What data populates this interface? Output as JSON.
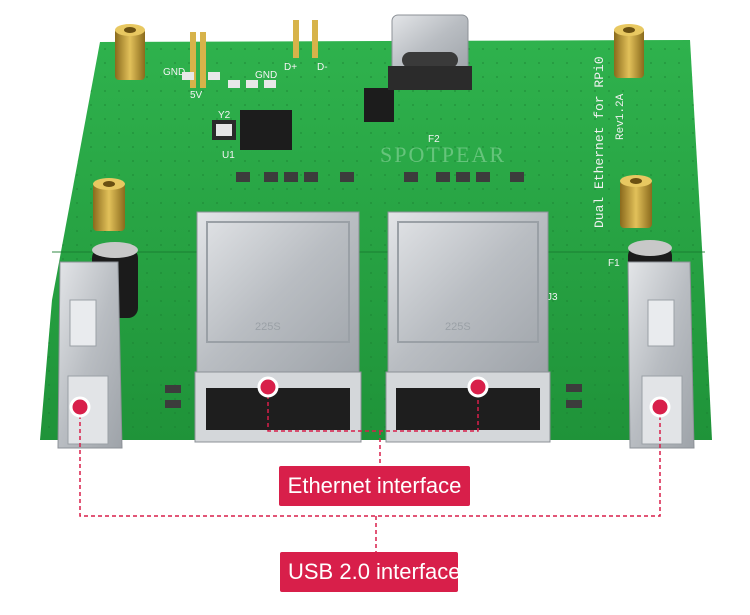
{
  "colors": {
    "accent": "#d81f4a",
    "board": "#27a844",
    "board_dark": "#1d8f37",
    "metal": "#c9ccd0",
    "brass": "#c9a23a",
    "background": "#ffffff"
  },
  "board": {
    "silkscreen": {
      "gnd_left": "GND",
      "five_volt": "5V",
      "gnd_mid": "GND",
      "d_plus": "D+",
      "d_minus": "D-",
      "y2": "Y2",
      "u1": "U1",
      "f2": "F2",
      "f1": "F1",
      "j3": "J3",
      "watermark": "SPOTPEAR",
      "product_line1": "Dual Ethernet for RPi0",
      "product_line2": "Rev1.2A",
      "jack_mark": "225S"
    },
    "icons": {
      "usb_c": "usb-c-port-icon",
      "rj45": "rj45-jack-icon",
      "usb_a": "usb-a-port-icon"
    }
  },
  "callouts": {
    "ethernet": "Ethernet interface",
    "usb": "USB 2.0 interface"
  }
}
